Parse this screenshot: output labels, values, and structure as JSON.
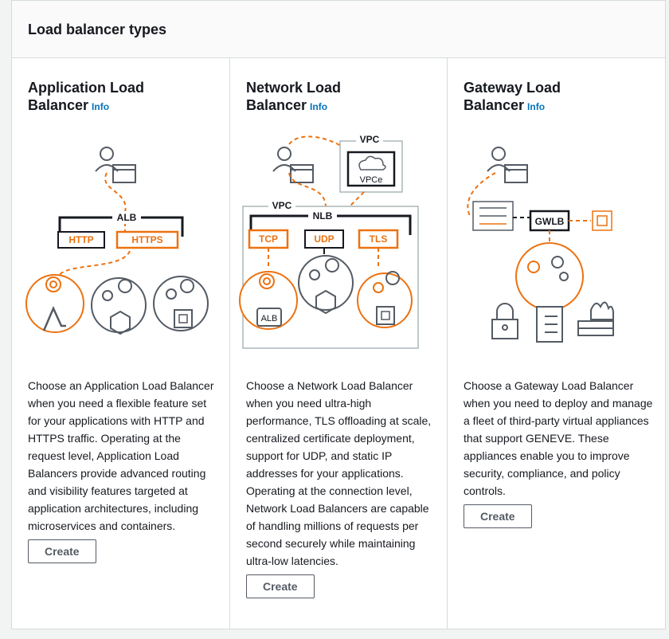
{
  "panel": {
    "title": "Load balancer types"
  },
  "balancers": [
    {
      "title": "Application Load Balancer",
      "info": "Info",
      "description": "Choose an Application Load Balancer when you need a flexible feature set for your applications with HTTP and HTTPS traffic. Operating at the request level, Application Load Balancers provide advanced routing and visibility features targeted at application architectures, including microservices and containers.",
      "button": "Create",
      "diagram": {
        "lb": "ALB",
        "listeners": [
          "HTTP",
          "HTTPS"
        ]
      }
    },
    {
      "title": "Network Load Balancer",
      "info": "Info",
      "description": "Choose a Network Load Balancer when you need ultra-high performance, TLS offloading at scale, centralized certificate deployment, support for UDP, and static IP addresses for your applications. Operating at the connection level, Network Load Balancers are capable of handling millions of requests per second securely while maintaining ultra-low latencies.",
      "button": "Create",
      "diagram": {
        "vpc_top": "VPC",
        "vpce": "VPCe",
        "vpc": "VPC",
        "lb": "NLB",
        "listeners": [
          "TCP",
          "UDP",
          "TLS"
        ],
        "target": "ALB"
      }
    },
    {
      "title": "Gateway Load Balancer",
      "info": "Info",
      "description": "Choose a Gateway Load Balancer when you need to deploy and manage a fleet of third-party virtual appliances that support GENEVE. These appliances enable you to improve security, compliance, and policy controls.",
      "button": "Create",
      "diagram": {
        "lb": "GWLB"
      }
    }
  ],
  "colors": {
    "accent": "#ec7211",
    "link": "#0073bb",
    "border": "#d5dbdb",
    "text": "#16191f",
    "icon": "#545b64"
  }
}
